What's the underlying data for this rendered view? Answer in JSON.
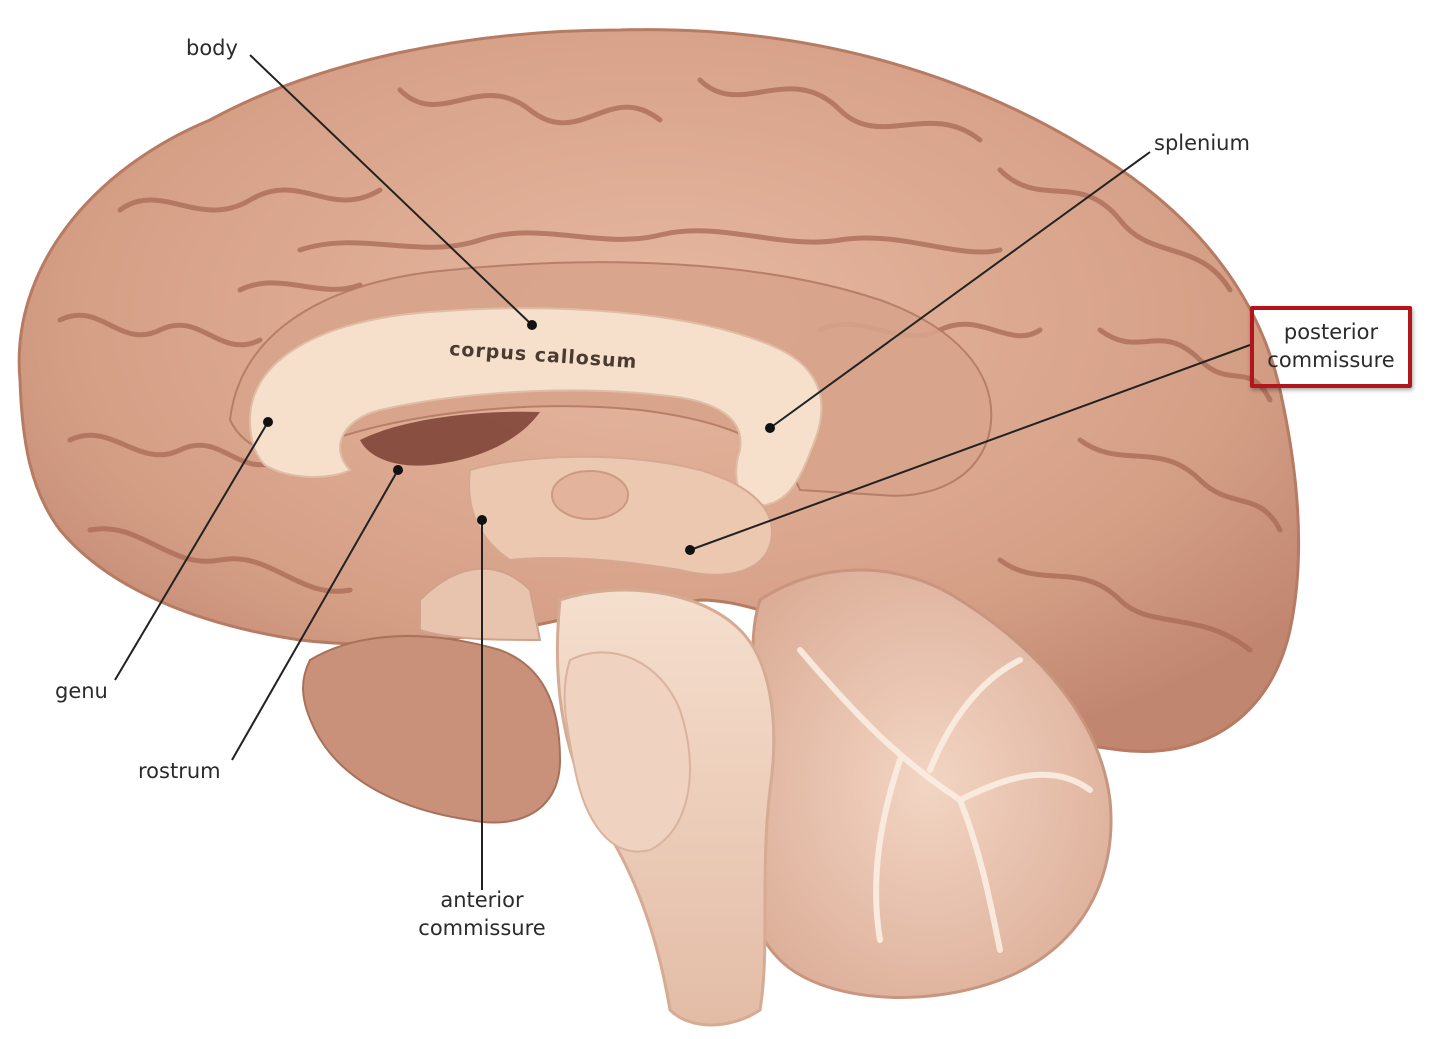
{
  "labels": {
    "body": "body",
    "splenium": "splenium",
    "posterior_commissure": [
      "posterior",
      "commissure"
    ],
    "corpus_callosum": "corpus callosum",
    "genu": "genu",
    "rostrum": "rostrum",
    "anterior_commissure": [
      "anterior",
      "commissure"
    ]
  },
  "colors": {
    "cortex": "#d9a58c",
    "cortex_dark": "#b97d66",
    "white_matter": "#f3dcc8",
    "cerebellum": "#e8c3ad",
    "brainstem": "#f0d5c0",
    "highlight_box": "#b0161c",
    "leader_line": "#222222"
  }
}
